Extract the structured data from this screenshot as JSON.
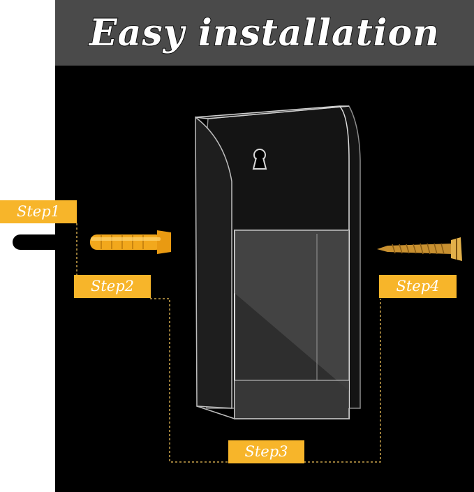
{
  "title": "Easy installation",
  "steps": {
    "step1": "Step1",
    "step2": "Step2",
    "step3": "Step3",
    "step4": "Step4"
  },
  "colors": {
    "banner": "#4a4a4a",
    "background": "#000000",
    "step_label": "#f7b52a",
    "anchor": "#f2a81c",
    "screw": "#d9a53a"
  },
  "icons": [
    "wall-anchor-icon",
    "screw-icon",
    "acrylic-holder-image",
    "keyhole-icon"
  ]
}
